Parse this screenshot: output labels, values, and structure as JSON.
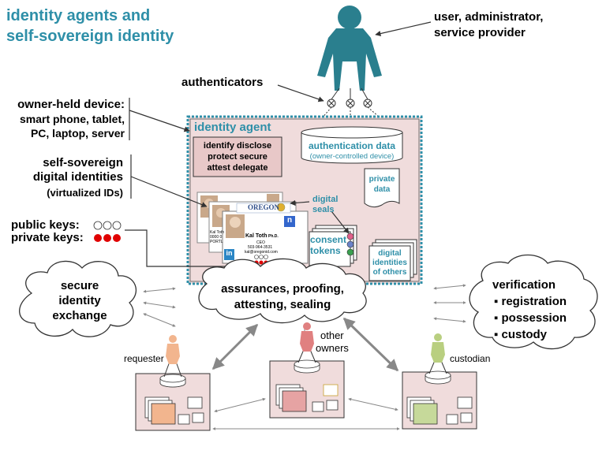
{
  "title": {
    "line1": "identity agents and",
    "line2": "self-sovereign identity"
  },
  "top_person_label": {
    "line1": "user, administrator,",
    "line2": "service provider"
  },
  "authenticators_label": "authenticators",
  "owner_device": {
    "line1": "owner-held device:",
    "line2": "smart phone, tablet,",
    "line3": "PC, laptop, server"
  },
  "self_sovereign": {
    "line1": "self-sovereign",
    "line2": "digital identities",
    "line3": "(virtualized IDs)"
  },
  "keys": {
    "public": "public keys:",
    "private": "private keys:"
  },
  "agent": {
    "title": "identity agent",
    "functions": {
      "line1": "identify disclose",
      "line2": "protect secure",
      "line3": "attest delegate"
    },
    "auth_data": {
      "title": "authentication data",
      "subtitle": "(owner-controlled  device)"
    },
    "private_data": {
      "line1": "private",
      "line2": "data"
    },
    "digital_seals": {
      "line1": "digital",
      "line2": "seals"
    },
    "consent_tokens": {
      "line1": "consent",
      "line2": "tokens"
    },
    "others": {
      "line1": "digital",
      "line2": "identities",
      "line3": "of others"
    }
  },
  "id_card": {
    "state": "OREGON",
    "name": "Kal Toth",
    "degree": "Ph.D.",
    "role": "CEO",
    "phone": "503-964-3531",
    "email": "kal@oregonid.com",
    "back_name": "Kal Toth",
    "back_num": "0000 0",
    "back_city": "PORTL",
    "badge_n": "n",
    "badge_in": "in"
  },
  "clouds": {
    "exchange": {
      "line1": "secure",
      "line2": "identity",
      "line3": "exchange"
    },
    "assurances": {
      "line1": "assurances, proofing,",
      "line2": "attesting, sealing"
    },
    "verification": {
      "title": "verification",
      "items": [
        "registration",
        "possession",
        "custody"
      ]
    }
  },
  "roles": {
    "requester": "requester",
    "other_owners": {
      "line1": "other",
      "line2": "owners"
    },
    "custodian": "custodian"
  },
  "colors": {
    "teal": "#2e8fa8",
    "person": "#2a7f8e",
    "agent_fill": "#f0dcdc",
    "requester": "#f2b58e",
    "other_owner": "#e6a3a3",
    "custodian": "#c6d99a",
    "private_key": "#e00000"
  }
}
